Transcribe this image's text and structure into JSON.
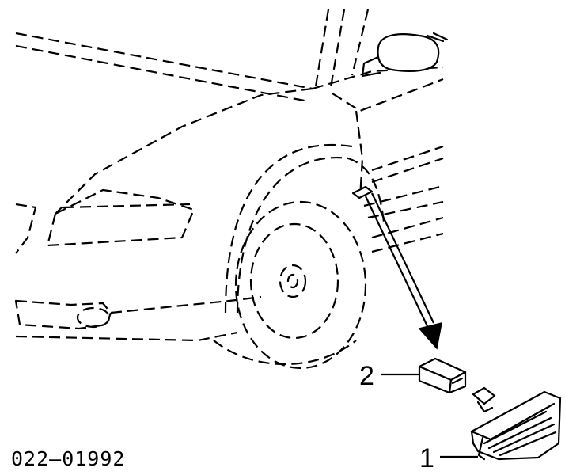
{
  "callouts": [
    {
      "id": "1",
      "label": "1"
    },
    {
      "id": "2",
      "label": "2"
    }
  ],
  "diagram_code": "022–01992"
}
